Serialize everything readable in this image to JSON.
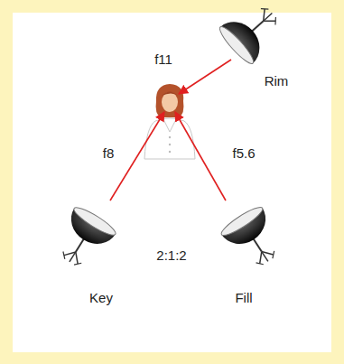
{
  "diagram": {
    "labels": [
      "f11",
      "Rim",
      "f8",
      "f5.6",
      "2:1:2",
      "Key",
      "Fill"
    ]
  }
}
